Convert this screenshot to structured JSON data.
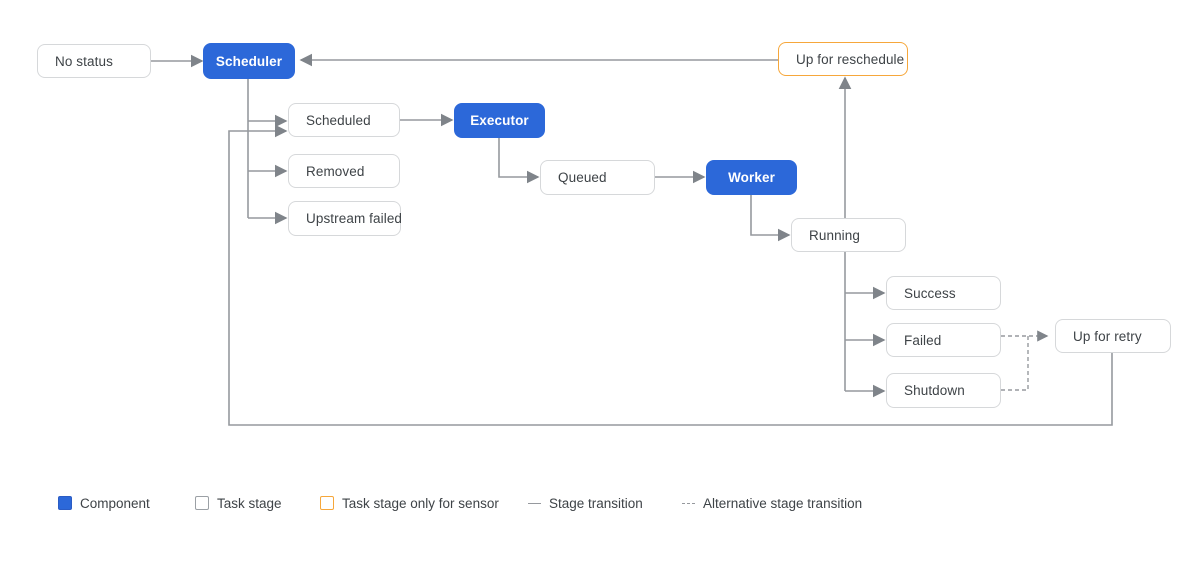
{
  "nodes": {
    "no_status": {
      "label": "No status",
      "type": "task-stage"
    },
    "scheduler": {
      "label": "Scheduler",
      "type": "component"
    },
    "up_for_reschedule": {
      "label": "Up for reschedule",
      "type": "sensor-stage"
    },
    "scheduled": {
      "label": "Scheduled",
      "type": "task-stage"
    },
    "removed": {
      "label": "Removed",
      "type": "task-stage"
    },
    "upstream_failed": {
      "label": "Upstream failed",
      "type": "task-stage"
    },
    "executor": {
      "label": "Executor",
      "type": "component"
    },
    "queued": {
      "label": "Queued",
      "type": "task-stage"
    },
    "worker": {
      "label": "Worker",
      "type": "component"
    },
    "running": {
      "label": "Running",
      "type": "task-stage"
    },
    "success": {
      "label": "Success",
      "type": "task-stage"
    },
    "failed": {
      "label": "Failed",
      "type": "task-stage"
    },
    "shutdown": {
      "label": "Shutdown",
      "type": "task-stage"
    },
    "up_for_retry": {
      "label": "Up for retry",
      "type": "task-stage"
    }
  },
  "edges": [
    {
      "from": "no_status",
      "to": "scheduler",
      "style": "solid"
    },
    {
      "from": "up_for_reschedule",
      "to": "scheduler",
      "style": "solid"
    },
    {
      "from": "scheduler",
      "to": "scheduled",
      "style": "solid"
    },
    {
      "from": "scheduler",
      "to": "removed",
      "style": "solid"
    },
    {
      "from": "scheduler",
      "to": "upstream_failed",
      "style": "solid"
    },
    {
      "from": "scheduled",
      "to": "executor",
      "style": "solid"
    },
    {
      "from": "executor",
      "to": "queued",
      "style": "solid"
    },
    {
      "from": "queued",
      "to": "worker",
      "style": "solid"
    },
    {
      "from": "worker",
      "to": "running",
      "style": "solid"
    },
    {
      "from": "running",
      "to": "up_for_reschedule",
      "style": "solid"
    },
    {
      "from": "running",
      "to": "success",
      "style": "solid"
    },
    {
      "from": "running",
      "to": "failed",
      "style": "solid"
    },
    {
      "from": "running",
      "to": "shutdown",
      "style": "solid"
    },
    {
      "from": "failed",
      "to": "up_for_retry",
      "style": "dashed"
    },
    {
      "from": "shutdown",
      "to": "up_for_retry",
      "style": "dashed"
    },
    {
      "from": "up_for_retry",
      "to": "scheduled",
      "style": "solid"
    }
  ],
  "legend": {
    "component": "Component",
    "task_stage": "Task stage",
    "sensor_stage": "Task stage only for sensor",
    "stage_transition": "Stage transition",
    "alt_transition": "Alternative stage transition"
  },
  "colors": {
    "component_fill": "#2c68d9",
    "component_text": "#ffffff",
    "stage_border": "#d6d8da",
    "sensor_border": "#f6a73b",
    "edge": "#96999e",
    "edge_arrow": "#7f848a",
    "text": "#3e4347",
    "background": "#ffffff"
  }
}
